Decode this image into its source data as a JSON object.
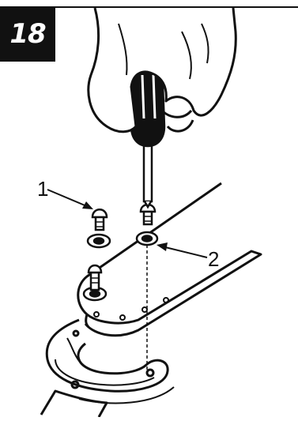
{
  "step_number": "18",
  "callouts": [
    {
      "id": "1",
      "label": "1"
    },
    {
      "id": "2",
      "label": "2"
    }
  ],
  "colors": {
    "ink": "#111111",
    "paper": "#ffffff"
  },
  "icons": [
    "hand-icon",
    "screwdriver-icon",
    "screw-icon",
    "washer-icon",
    "blade-icon",
    "bracket-icon"
  ]
}
